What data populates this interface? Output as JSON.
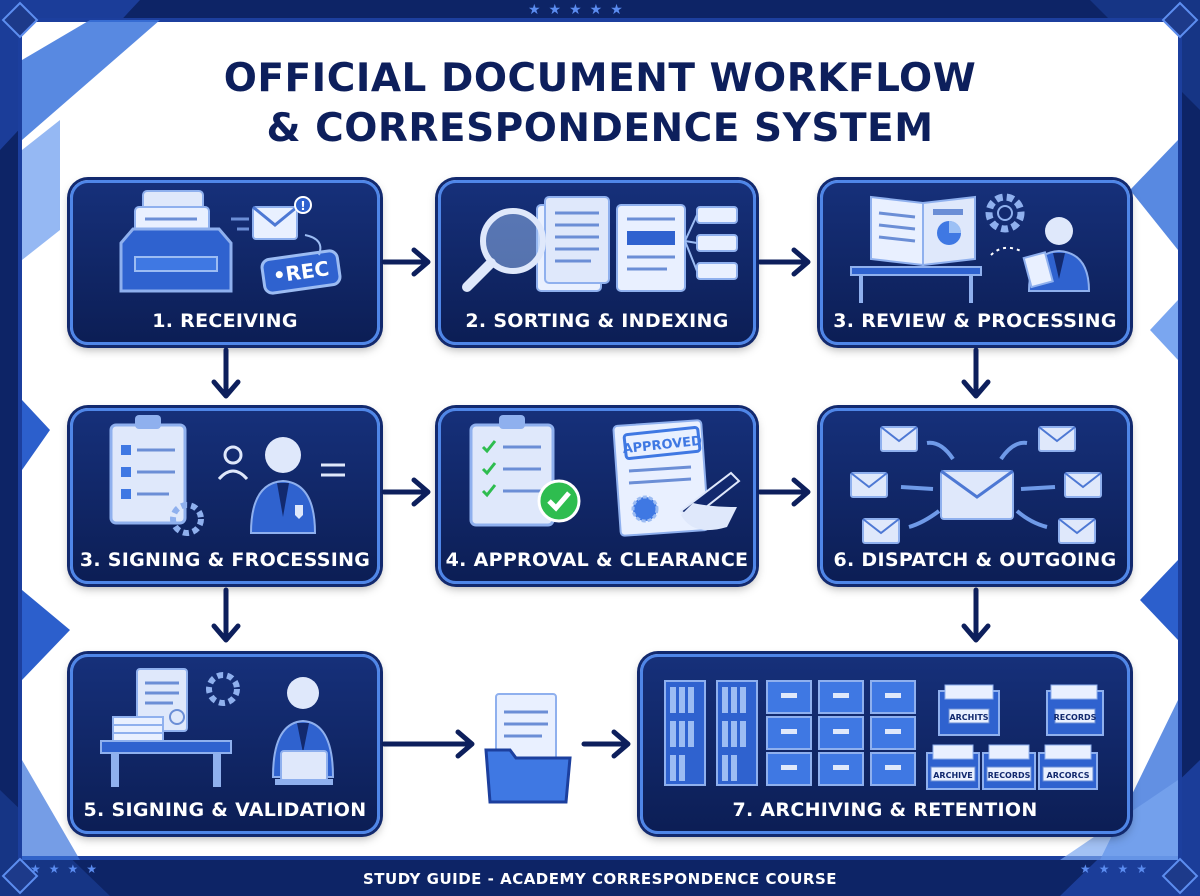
{
  "title": {
    "line1": "OFFICIAL DOCUMENT WORKFLOW",
    "line2": "& CORRESPONDENCE SYSTEM"
  },
  "steps": [
    {
      "label": "1. RECEIVING",
      "stamp": "•REC",
      "icon": "inbox-tray-icon"
    },
    {
      "label": "2. SORTING & INDEXING",
      "icon": "magnifier-documents-icon"
    },
    {
      "label": "3. REVIEW & PROCESSING",
      "icon": "open-book-reviewer-icon"
    },
    {
      "label": "3. SIGNING & FROCESSING",
      "icon": "clipboard-officer-icon"
    },
    {
      "label": "4. APPROVAL & CLEARANCE",
      "stamp": "APPROVED",
      "icon": "checklist-approved-icon"
    },
    {
      "label": "6. DISPATCH & OUTGOING",
      "icon": "envelope-dispatch-icon"
    },
    {
      "label": "5. SIGNING & VALIDATION",
      "icon": "desk-officer-laptop-icon"
    },
    {
      "label": "7. ARCHIVING & RETENTION",
      "box_labels": [
        "ARCHIVE",
        "RECORDS",
        "ARCORCS",
        "ARCHITS",
        "RECORDS"
      ],
      "icon": "filing-cabinets-icon"
    }
  ],
  "footer": "STUDY GUIDE - ACADEMY CORRESPONDENCE COURSE",
  "colors": {
    "frame": "#0d2466",
    "card": "#12296e",
    "card_border": "#4f86e8",
    "accent": "#3a6fd8",
    "title": "#0d1f5c",
    "check": "#2ebd4f"
  }
}
